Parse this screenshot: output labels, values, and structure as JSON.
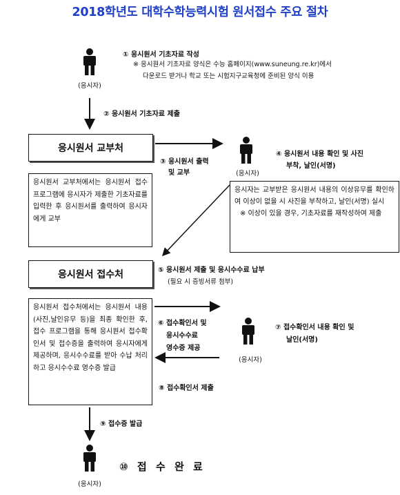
{
  "title": "2018학년도 대학수학능력시험 원서접수 주요 절차",
  "person_label": "(응시자)",
  "steps": {
    "s1": "① 응시원서 기초자료 작성",
    "s1_note1": "※ 응시원서 기초자료 양식은 수능 홈페이지(www.suneung.re.kr)에서",
    "s1_note2": "다운로드 받거나 학교 또는 시험지구교육청에 준비된 양식 이용",
    "s2": "② 응시원서 기초자료 제출",
    "s3a": "③ 응시원서 출력",
    "s3b": "및 교부",
    "s4a": "④ 응시원서 내용 확인 및 사진",
    "s4b": "부착, 날인(서명)",
    "s5": "⑤ 응시원서 제출 및 응시수수료 납부",
    "s5_note": "(필요 시 증빙서류 첨부)",
    "s6a": "⑥ 접수확인서 및",
    "s6b": "응시수수료",
    "s6c": "영수증 제공",
    "s7a": "⑦ 접수확인서 내용 확인 및",
    "s7b": "날인(서명)",
    "s8": "⑧ 접수확인서 제출",
    "s9": "⑨ 접수증 발급",
    "s10": "⑩ 접 수 완 료"
  },
  "boxes": {
    "issue_title": "응시원서 교부처",
    "issue_desc": "응시원서 교부처에서는 응시원서 접수 프로그램에 응시자가 제출한 기초자료를 입력한 후 응시원서를 출력하여 응시자에게 교부",
    "check_desc1": "응시자는 교부받은 응시원서 내용의 이상유무를 확인하여 이상이 없을 시 사진을 부착하고, 날인(서명) 실시",
    "check_desc2": "※ 이상이 있을 경우, 기초자료를 재작성하여 제출",
    "receive_title": "응시원서 접수처",
    "receive_desc": "응시원서 접수처에서는 응시원서 내용(사진,날인유무 등)을 최종 확인한 후, 접수 프로그램을 통해 응시원서 접수확인서 및 접수증을 출력하여 응시자에게 제공하며, 응시수수료를 받아 수납 처리하고 응시수수료 영수증 발급"
  },
  "colors": {
    "title": "#1f3fc6",
    "line": "#111111"
  }
}
